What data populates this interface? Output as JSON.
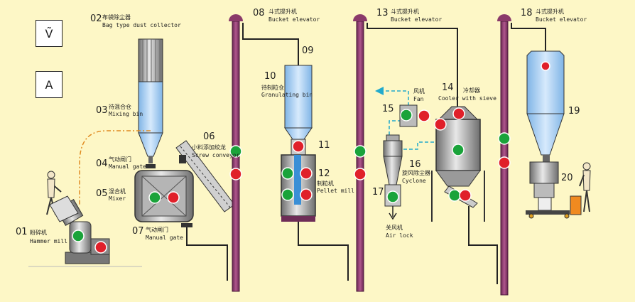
{
  "controls": {
    "v_label": "Ṽ",
    "a_label": "A"
  },
  "labels": {
    "n01": "01",
    "n01_cn": "粉碎机",
    "n01_en": "Hammer mill",
    "n02": "02",
    "n02_cn": "布袋除尘器",
    "n02_en": "Bag type dust collector",
    "n03": "03",
    "n03_cn": "待混合仓",
    "n03_en": "Mixing bin",
    "n04": "04",
    "n04_cn": "气动闸门",
    "n04_en": "Manual gate",
    "n05": "05",
    "n05_cn": "混合机",
    "n05_en": "Mixer",
    "n06": "06",
    "n06_cn": "小料添加绞龙",
    "n06_en": "Screw conveyor",
    "n07": "07",
    "n07_cn": "气动闸门",
    "n07_en": "Manual gate",
    "n08": "08",
    "n08_cn": "斗式提升机",
    "n08_en": "Bucket elevator",
    "n09": "09",
    "n10": "10",
    "n10_cn": "待制粒仓",
    "n10_en": "Granulating bin",
    "n11": "11",
    "n12": "12",
    "n12_cn": "制粒机",
    "n12_en": "Pellet mill",
    "n13": "13",
    "n13_cn": "斗式提升机",
    "n13_en": "Bucket elevator",
    "n14": "14",
    "n14_cn": "冷却器",
    "n14_en": "Cooler with sieve",
    "n15": "15",
    "n15_cn": "风机",
    "n15_en": "Fan",
    "n16": "16",
    "n16_cn": "旋风除尘器",
    "n16_en": "Cyclone",
    "n17": "17",
    "n17_cn": "关风机",
    "n17_en": "Air lock",
    "n18": "18",
    "n18_cn": "斗式提升机",
    "n18_en": "Bucket elevator",
    "n19": "19",
    "n20": "20"
  },
  "colors": {
    "background": "#fdf7c6",
    "elevator": "#8a3a6a",
    "indicator_on": "#1aa33a",
    "indicator_off": "#e0202a",
    "bin_blue": "#a9cdf0",
    "machine_gray": "#9a9a9a",
    "dust_line": "#e08a20",
    "air_line": "#22aacc"
  },
  "icons": [
    "person-icon",
    "sack-icon",
    "fan-icon",
    "arrow-down-icon"
  ]
}
